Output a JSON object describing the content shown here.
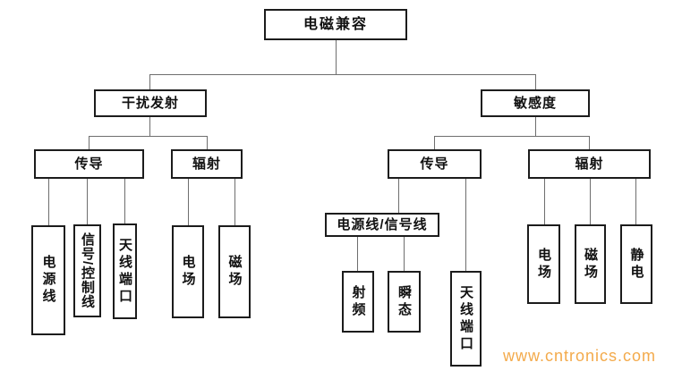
{
  "tree": {
    "label": "电磁兼容",
    "children": [
      {
        "label": "干扰发射",
        "children": [
          {
            "label": "传导",
            "children": [
              {
                "label": "电源线"
              },
              {
                "label": "信号/控制线"
              },
              {
                "label": "天线端口"
              }
            ]
          },
          {
            "label": "辐射",
            "children": [
              {
                "label": "电场"
              },
              {
                "label": "磁场"
              }
            ]
          }
        ]
      },
      {
        "label": "敏感度",
        "children": [
          {
            "label": "传导",
            "children": [
              {
                "label": "电源线/信号线",
                "children": [
                  {
                    "label": "射频"
                  },
                  {
                    "label": "瞬态"
                  }
                ]
              },
              {
                "label": "天线端口"
              }
            ]
          },
          {
            "label": "辐射",
            "children": [
              {
                "label": "电场"
              },
              {
                "label": "磁场"
              },
              {
                "label": "静电"
              }
            ]
          }
        ]
      }
    ]
  },
  "watermark": {
    "text": "www.cntronics.com"
  },
  "colors": {
    "background": "#ffffff",
    "box_border": "#1c1c1c",
    "connector": "#6e6e6e",
    "text": "#111111",
    "watermark": "#f2a33c"
  }
}
